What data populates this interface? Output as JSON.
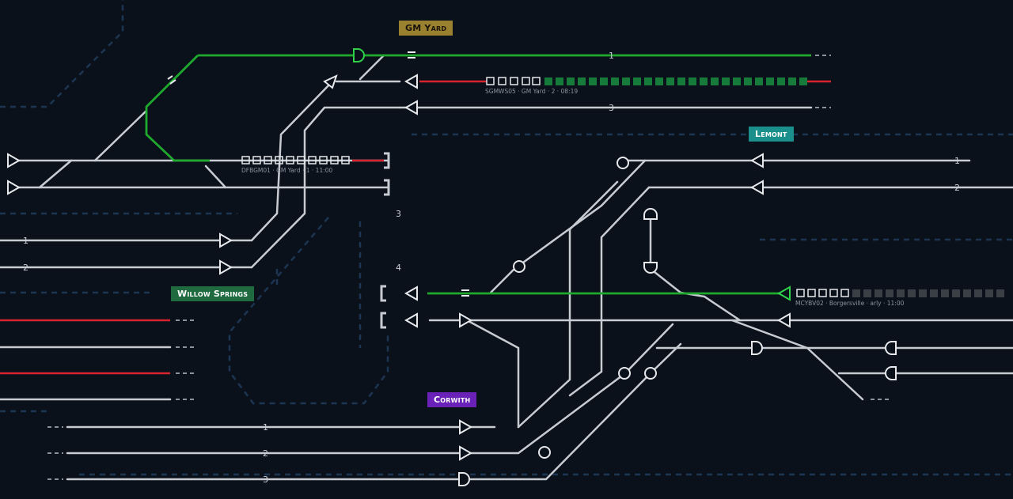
{
  "locations": {
    "gm_yard": "GM Yard",
    "lemont": "Lemont",
    "willow_springs": "Willow Springs",
    "corwith": "Corwith"
  },
  "track_numbers": {
    "gm_1": "1",
    "gm_3": "3",
    "lemont_1": "1",
    "lemont_2": "2",
    "willow_1": "1",
    "willow_2": "2",
    "center_3": "3",
    "center_4": "4",
    "corwith_1": "1",
    "corwith_2": "2",
    "corwith_3": "3"
  },
  "trains": {
    "top": "SGMWS05 · GM Yard · 2 · 08:19",
    "left": "DFBGM01 · GM Yard · 1 · 11:00",
    "right": "MCYBV02 · Borgersville · arly · 11:00"
  },
  "colors": {
    "background": "#0b111b",
    "track": "#c8ccd2",
    "route_green": "#1faa2e",
    "occupied_red": "#d8232e",
    "dashed": "#1c3552"
  }
}
